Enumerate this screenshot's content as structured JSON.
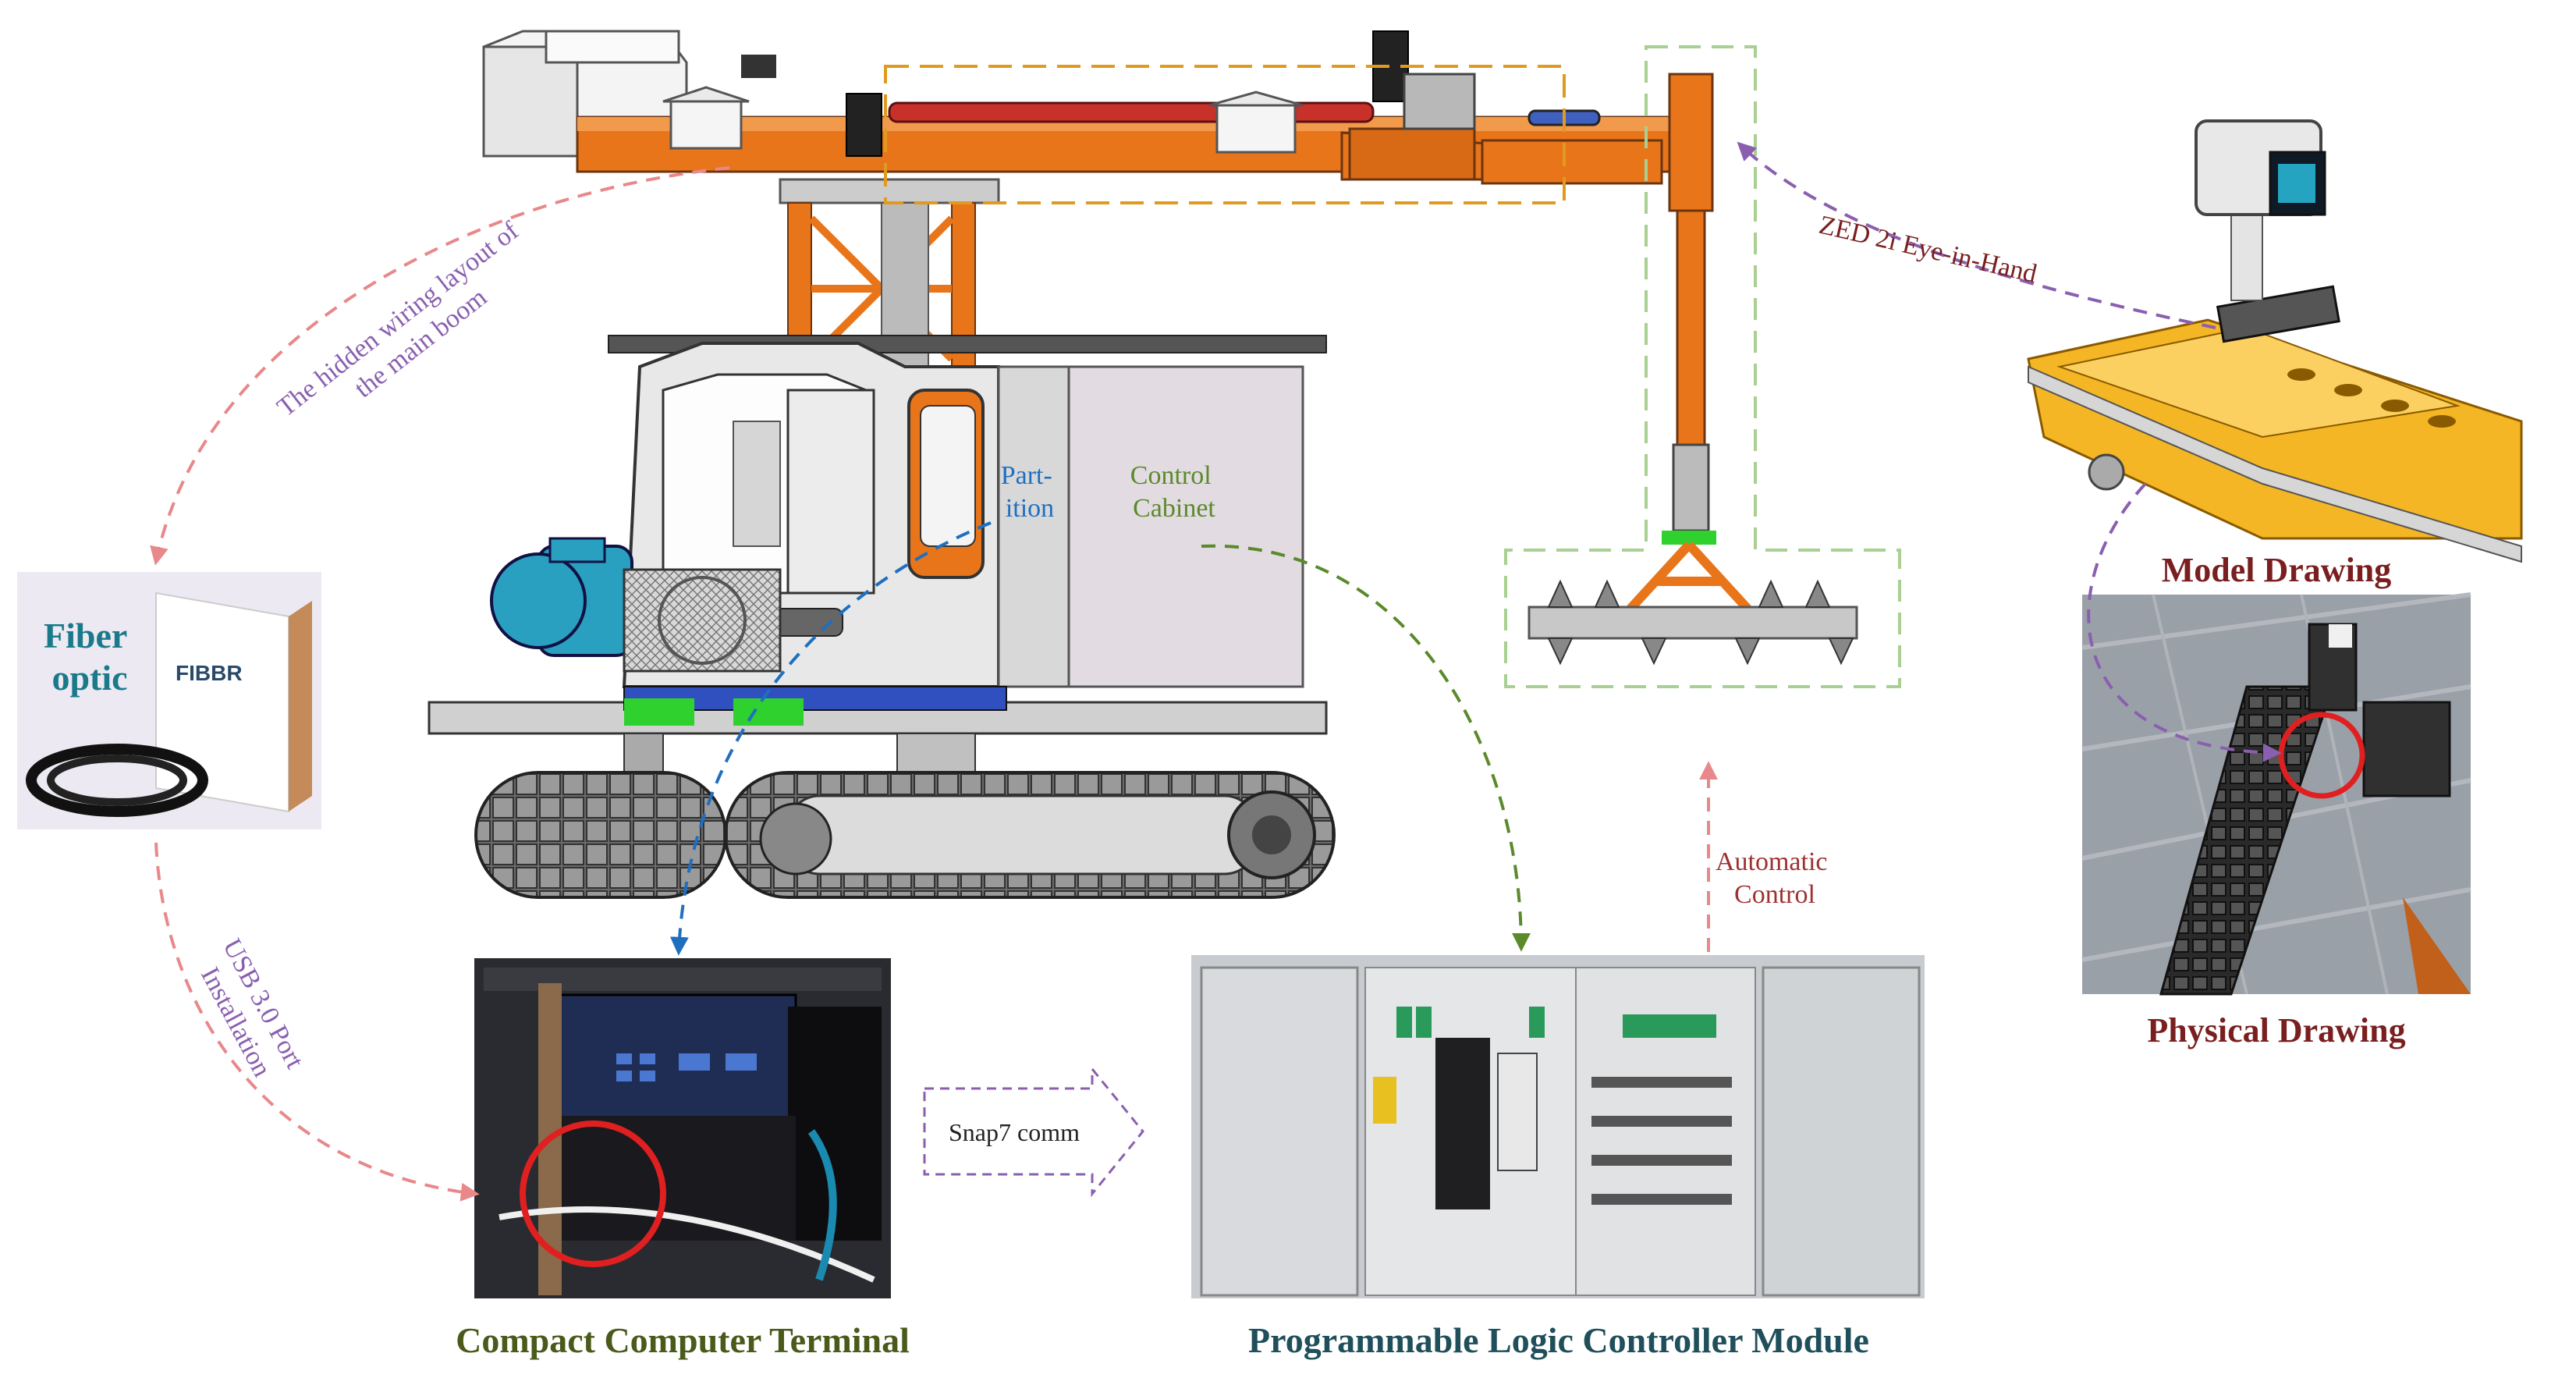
{
  "labels": {
    "boom_wiring": "The hidden wiring layout of the main boom",
    "boom_wiring_line1": "The hidden wiring layout of",
    "boom_wiring_line2": "the main boom",
    "partition_line1": "Part-",
    "partition_line2": "ition",
    "control_cabinet_line1": "Control",
    "control_cabinet_line2": "Cabinet",
    "zed_camera": "ZED 2i Eye-in-Hand",
    "model_drawing": "Model Drawing",
    "physical_drawing": "Physical Drawing",
    "fiber_optic_line1": "Fiber",
    "fiber_optic_line2": "optic",
    "fibbr_brand": "FIBBR",
    "usb_line1": "USB 3.0 Port",
    "usb_line2": "Installation",
    "automatic_line1": "Automatic",
    "automatic_line2": "Control",
    "snap7": "Snap7 comm",
    "computer_terminal": "Compact Computer Terminal",
    "plc_module": "Programmable Logic Controller Module"
  },
  "colors": {
    "boom_orange": "#e8751a",
    "salmon_arrow": "#e8888a",
    "purple_arrow": "#8a5fb0",
    "green_arrow": "#5a8a2a",
    "blue_arrow": "#1f6fc0",
    "teal_text": "#1a7a8a",
    "dark_red_text": "#7a1f1f",
    "olive_text": "#4a5a1a",
    "dark_teal_text": "#1f4f5a",
    "purple_text": "#7a4fa0",
    "brown_red_text": "#a03030"
  }
}
